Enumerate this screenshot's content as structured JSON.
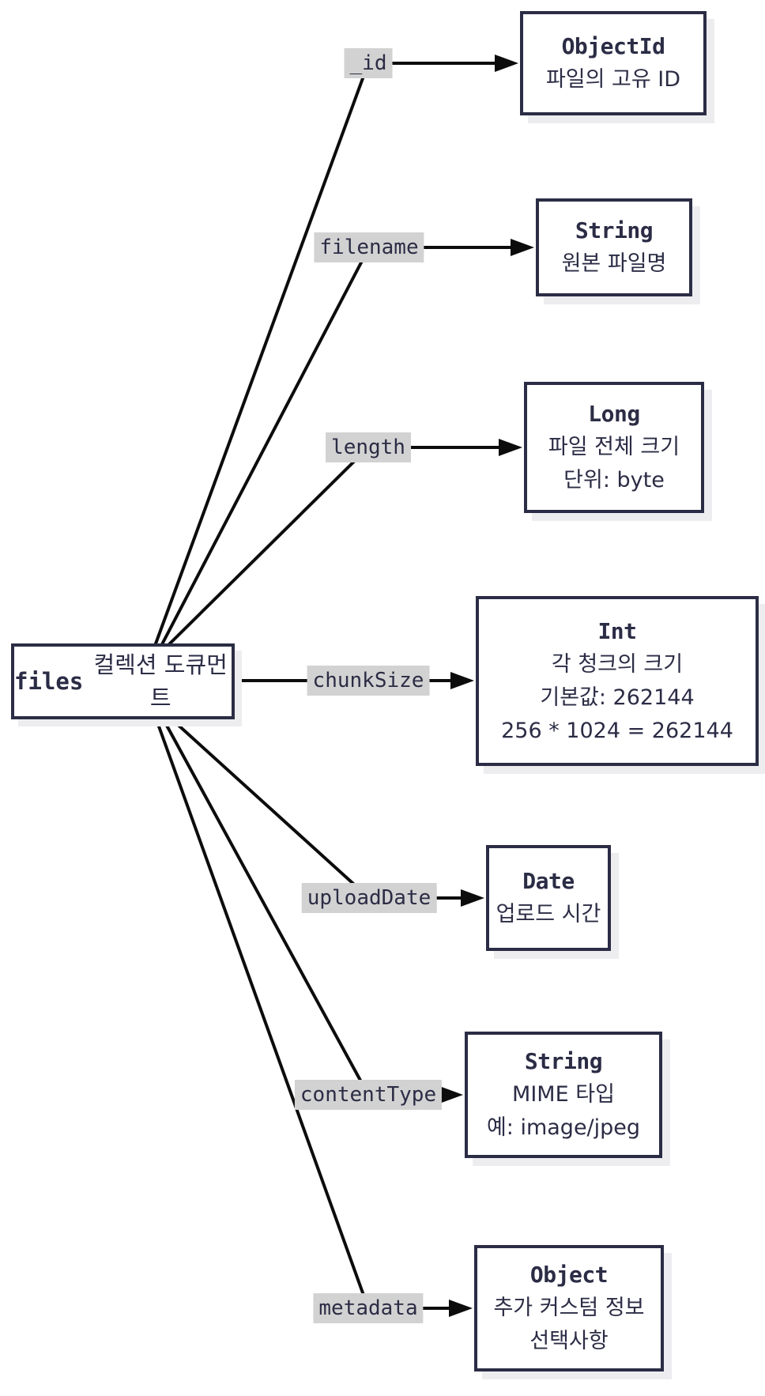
{
  "diagram": {
    "root": {
      "code": "files",
      "suffix": "컬렉션 도큐먼트"
    },
    "fields": [
      {
        "label": "_id",
        "type": "ObjectId",
        "lines": [
          "파일의 고유 ID"
        ]
      },
      {
        "label": "filename",
        "type": "String",
        "lines": [
          "원본 파일명"
        ]
      },
      {
        "label": "length",
        "type": "Long",
        "lines": [
          "파일 전체 크기",
          "단위: byte"
        ]
      },
      {
        "label": "chunkSize",
        "type": "Int",
        "lines": [
          "각 청크의 크기",
          "기본값: 262144",
          "256 * 1024 = 262144"
        ]
      },
      {
        "label": "uploadDate",
        "type": "Date",
        "lines": [
          "업로드 시간"
        ]
      },
      {
        "label": "contentType",
        "type": "String",
        "lines": [
          "MIME 타입",
          "예: image/jpeg"
        ]
      },
      {
        "label": "metadata",
        "type": "Object",
        "lines": [
          "추가 커스텀 정보",
          "선택사항"
        ]
      }
    ],
    "colors": {
      "node_border": "#2b2c45",
      "node_text": "#2b2c45",
      "label_background": "#d2d2d2",
      "edge_line": "#0c0c0c",
      "node_shadow": "#ededf0"
    }
  }
}
